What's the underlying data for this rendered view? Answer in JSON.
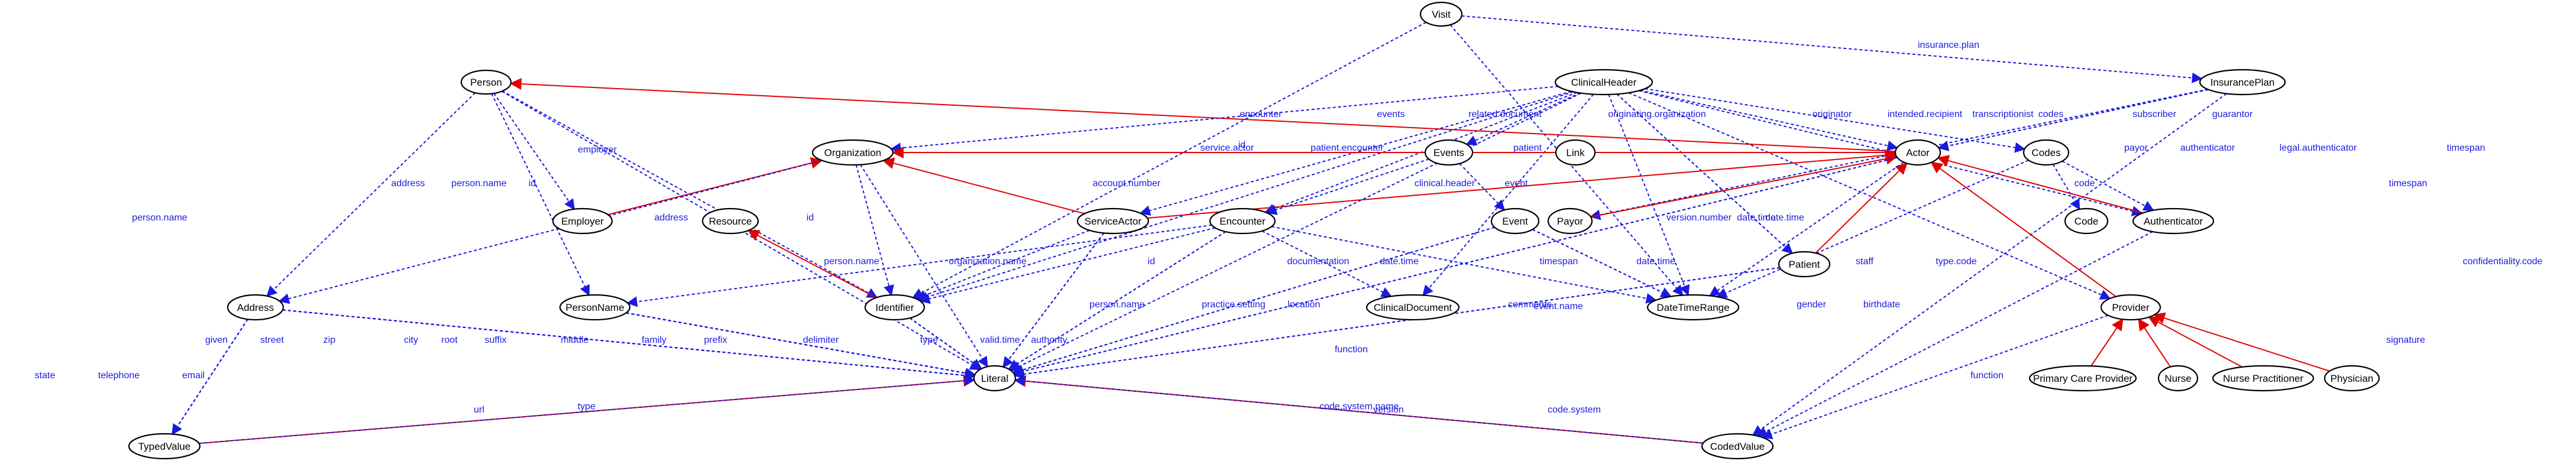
{
  "diagram": {
    "colors": {
      "association": "#1a1ae0",
      "inheritance": "#e00000",
      "node_stroke": "#000000"
    },
    "nodes": [
      {
        "id": "visit",
        "label": "Visit"
      },
      {
        "id": "person",
        "label": "Person"
      },
      {
        "id": "clinicalheader",
        "label": "ClinicalHeader"
      },
      {
        "id": "insuranceplan",
        "label": "InsurancePlan"
      },
      {
        "id": "organization",
        "label": "Organization"
      },
      {
        "id": "events",
        "label": "Events"
      },
      {
        "id": "link",
        "label": "Link"
      },
      {
        "id": "actor",
        "label": "Actor"
      },
      {
        "id": "codes",
        "label": "Codes"
      },
      {
        "id": "employer",
        "label": "Employer"
      },
      {
        "id": "resource",
        "label": "Resource"
      },
      {
        "id": "serviceactor",
        "label": "ServiceActor"
      },
      {
        "id": "encounter",
        "label": "Encounter"
      },
      {
        "id": "event",
        "label": "Event"
      },
      {
        "id": "payor",
        "label": "Payor"
      },
      {
        "id": "code",
        "label": "Code"
      },
      {
        "id": "authenticator",
        "label": "Authenticator"
      },
      {
        "id": "patient",
        "label": "Patient"
      },
      {
        "id": "address",
        "label": "Address"
      },
      {
        "id": "personname",
        "label": "PersonName"
      },
      {
        "id": "identifier",
        "label": "Identifier"
      },
      {
        "id": "clinicaldocument",
        "label": "ClinicalDocument"
      },
      {
        "id": "datetimerange",
        "label": "DateTimeRange"
      },
      {
        "id": "provider",
        "label": "Provider"
      },
      {
        "id": "literal",
        "label": "Literal"
      },
      {
        "id": "primarycareprovider",
        "label": "Primary Care Provider"
      },
      {
        "id": "nurse",
        "label": "Nurse"
      },
      {
        "id": "nursepractitioner",
        "label": "Nurse Practitioner"
      },
      {
        "id": "physician",
        "label": "Physician"
      },
      {
        "id": "typedvalue",
        "label": "TypedValue"
      },
      {
        "id": "codedvalue",
        "label": "CodedValue"
      }
    ],
    "edges": [
      {
        "from": "visit",
        "to": "insuranceplan",
        "label": "insurance.plan",
        "style": "dotted"
      },
      {
        "from": "visit",
        "to": "datetimerange",
        "label": "timespan",
        "style": "dotted"
      },
      {
        "from": "visit",
        "to": "identifier",
        "label": "id",
        "style": "dotted"
      },
      {
        "from": "actor",
        "to": "person",
        "label": "",
        "style": "solid"
      },
      {
        "from": "person",
        "to": "employer",
        "label": "employer",
        "style": "dotted"
      },
      {
        "from": "person",
        "to": "address",
        "label": "address",
        "style": "dotted"
      },
      {
        "from": "person",
        "to": "personname",
        "label": "person.name",
        "style": "dotted"
      },
      {
        "from": "person",
        "to": "identifier",
        "label": "id",
        "style": "dotted"
      },
      {
        "from": "person",
        "to": "literal",
        "label": "person.name",
        "style": "dotted"
      },
      {
        "from": "clinicalheader",
        "to": "serviceactor",
        "label": "encounter",
        "style": "dotted"
      },
      {
        "from": "clinicalheader",
        "to": "events",
        "label": "events",
        "style": "dotted"
      },
      {
        "from": "clinicalheader",
        "to": "clinicaldocument",
        "label": "related.document",
        "style": "dotted"
      },
      {
        "from": "clinicalheader",
        "to": "organization",
        "label": "originating.organization",
        "style": "dotted"
      },
      {
        "from": "clinicalheader",
        "to": "actor",
        "label": "originator",
        "style": "dotted"
      },
      {
        "from": "clinicalheader",
        "to": "provider",
        "label": "intended.recipient",
        "style": "dotted"
      },
      {
        "from": "clinicalheader",
        "to": "patient",
        "label": "transcriptionist",
        "style": "dotted"
      },
      {
        "from": "clinicalheader",
        "to": "codes",
        "label": "codes",
        "style": "dotted"
      },
      {
        "from": "clinicalheader",
        "to": "authenticator",
        "label": "legal.authenticator",
        "style": "dotted"
      },
      {
        "from": "clinicalheader",
        "to": "literal",
        "label": "version.number",
        "style": "dotted"
      },
      {
        "from": "clinicalheader",
        "to": "datetimerange",
        "label": "date.time",
        "style": "dotted"
      },
      {
        "from": "clinicalheader",
        "to": "encounter",
        "label": "patient.encounter",
        "style": "dotted"
      },
      {
        "from": "clinicalheader",
        "to": "identifier",
        "label": "service.actor",
        "style": "dotted"
      },
      {
        "from": "clinicalheader",
        "to": "patient",
        "label": "patient",
        "style": "dotted"
      },
      {
        "from": "insuranceplan",
        "to": "actor",
        "label": "subscriber",
        "style": "dotted"
      },
      {
        "from": "insuranceplan",
        "to": "actor",
        "label": "guarantor",
        "style": "dotted"
      },
      {
        "from": "insuranceplan",
        "to": "payor",
        "label": "payor",
        "style": "dotted"
      },
      {
        "from": "insuranceplan",
        "to": "codedvalue",
        "label": "confidentiality.code",
        "style": "dotted"
      },
      {
        "from": "actor",
        "to": "organization",
        "label": "",
        "style": "solid"
      },
      {
        "from": "employer",
        "to": "organization",
        "label": "",
        "style": "solid"
      },
      {
        "from": "serviceactor",
        "to": "organization",
        "label": "",
        "style": "solid"
      },
      {
        "from": "serviceactor",
        "to": "actor",
        "label": "",
        "style": "solid"
      },
      {
        "from": "payor",
        "to": "actor",
        "label": "",
        "style": "solid"
      },
      {
        "from": "authenticator",
        "to": "actor",
        "label": "",
        "style": "solid"
      },
      {
        "from": "provider",
        "to": "actor",
        "label": "",
        "style": "solid"
      },
      {
        "from": "patient",
        "to": "actor",
        "label": "",
        "style": "solid"
      },
      {
        "from": "organization",
        "to": "address",
        "label": "address",
        "style": "dotted"
      },
      {
        "from": "organization",
        "to": "identifier",
        "label": "id",
        "style": "dotted"
      },
      {
        "from": "organization",
        "to": "literal",
        "label": "organization.name",
        "style": "dotted"
      },
      {
        "from": "serviceactor",
        "to": "literal",
        "label": "person.name",
        "style": "dotted"
      },
      {
        "from": "serviceactor",
        "to": "literal",
        "label": "function",
        "style": "dotted"
      },
      {
        "from": "serviceactor",
        "to": "identifier",
        "label": "account.number",
        "style": "dotted"
      },
      {
        "from": "events",
        "to": "event",
        "label": "event",
        "style": "dotted"
      },
      {
        "from": "event",
        "to": "literal",
        "label": "comments",
        "style": "dotted"
      },
      {
        "from": "event",
        "to": "literal",
        "label": "event.name",
        "style": "dotted"
      },
      {
        "from": "event",
        "to": "datetimerange",
        "label": "timespan",
        "style": "dotted"
      },
      {
        "from": "event",
        "to": "datetimerange",
        "label": "date.time",
        "style": "dotted"
      },
      {
        "from": "events",
        "to": "encounter",
        "label": "clinical.header",
        "style": "dotted"
      },
      {
        "from": "encounter",
        "to": "identifier",
        "label": "id",
        "style": "dotted"
      },
      {
        "from": "encounter",
        "to": "literal",
        "label": "practice.setting",
        "style": "dotted"
      },
      {
        "from": "encounter",
        "to": "literal",
        "label": "location",
        "style": "dotted"
      },
      {
        "from": "encounter",
        "to": "clinicaldocument",
        "label": "documentation",
        "style": "dotted"
      },
      {
        "from": "encounter",
        "to": "datetimerange",
        "label": "date.time",
        "style": "dotted"
      },
      {
        "from": "encounter",
        "to": "personname",
        "label": "person.name",
        "style": "dotted"
      },
      {
        "from": "codes",
        "to": "code",
        "label": "code",
        "style": "dotted"
      },
      {
        "from": "codes",
        "to": "authenticator",
        "label": "authenticator",
        "style": "dotted"
      },
      {
        "from": "codes",
        "to": "datetimerange",
        "label": "timespan",
        "style": "dotted"
      },
      {
        "from": "actor",
        "to": "literal",
        "label": "staff",
        "style": "dotted"
      },
      {
        "from": "actor",
        "to": "datetimerange",
        "label": "date.time",
        "style": "dotted"
      },
      {
        "from": "actor",
        "to": "literal",
        "label": "type.code",
        "style": "dotted"
      },
      {
        "from": "patient",
        "to": "literal",
        "label": "gender",
        "style": "dotted"
      },
      {
        "from": "patient",
        "to": "literal",
        "label": "birthdate",
        "style": "dotted"
      },
      {
        "from": "authenticator",
        "to": "codedvalue",
        "label": "signature",
        "style": "dotted"
      },
      {
        "from": "provider",
        "to": "codedvalue",
        "label": "function",
        "style": "dotted"
      },
      {
        "from": "primarycareprovider",
        "to": "provider",
        "label": "",
        "style": "solid"
      },
      {
        "from": "nurse",
        "to": "provider",
        "label": "",
        "style": "solid"
      },
      {
        "from": "nursepractitioner",
        "to": "provider",
        "label": "",
        "style": "solid"
      },
      {
        "from": "physician",
        "to": "provider",
        "label": "",
        "style": "solid"
      },
      {
        "from": "identifier",
        "to": "resource",
        "label": "",
        "style": "solid"
      },
      {
        "from": "identifier",
        "to": "literal",
        "label": "type",
        "style": "dotted"
      },
      {
        "from": "identifier",
        "to": "literal",
        "label": "valid.time",
        "style": "dotted"
      },
      {
        "from": "identifier",
        "to": "literal",
        "label": "authority",
        "style": "dotted"
      },
      {
        "from": "identifier",
        "to": "literal",
        "label": "root",
        "style": "dotted"
      },
      {
        "from": "personname",
        "to": "literal",
        "label": "suffix",
        "style": "dotted"
      },
      {
        "from": "personname",
        "to": "literal",
        "label": "middle",
        "style": "dotted"
      },
      {
        "from": "personname",
        "to": "literal",
        "label": "family",
        "style": "dotted"
      },
      {
        "from": "personname",
        "to": "literal",
        "label": "prefix",
        "style": "dotted"
      },
      {
        "from": "personname",
        "to": "literal",
        "label": "delimiter",
        "style": "dotted"
      },
      {
        "from": "personname",
        "to": "literal",
        "label": "given",
        "style": "dotted"
      },
      {
        "from": "address",
        "to": "literal",
        "label": "street",
        "style": "dotted"
      },
      {
        "from": "address",
        "to": "literal",
        "label": "zip",
        "style": "dotted"
      },
      {
        "from": "address",
        "to": "literal",
        "label": "city",
        "style": "dotted"
      },
      {
        "from": "address",
        "to": "literal",
        "label": "state",
        "style": "dotted"
      },
      {
        "from": "address",
        "to": "typedvalue",
        "label": "telephone",
        "style": "dotted"
      },
      {
        "from": "address",
        "to": "typedvalue",
        "label": "email",
        "style": "dotted"
      },
      {
        "from": "address",
        "to": "typedvalue",
        "label": "url",
        "style": "dotted"
      },
      {
        "from": "typedvalue",
        "to": "literal",
        "label": "type",
        "style": "solid"
      },
      {
        "from": "typedvalue",
        "to": "literal",
        "label": "",
        "style": "dotted"
      },
      {
        "from": "codedvalue",
        "to": "literal",
        "label": "version",
        "style": "dotted"
      },
      {
        "from": "codedvalue",
        "to": "literal",
        "label": "code.system",
        "style": "dotted"
      },
      {
        "from": "codedvalue",
        "to": "literal",
        "label": "code.system.name",
        "style": "solid"
      },
      {
        "from": "codedvalue",
        "to": "literal",
        "label": "",
        "style": "dotted"
      }
    ]
  }
}
